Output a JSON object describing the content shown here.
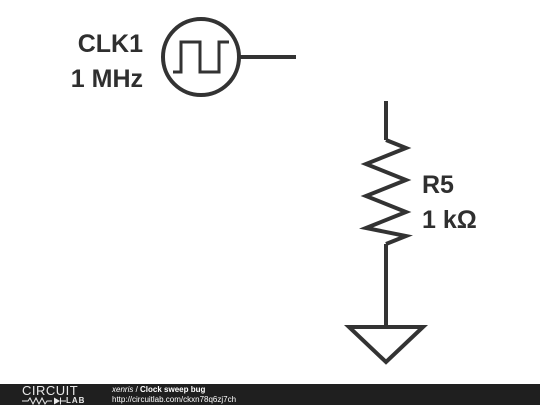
{
  "schematic": {
    "clock": {
      "name": "CLK1",
      "value": "1 MHz"
    },
    "resistor": {
      "name": "R5",
      "value": "1 kΩ"
    }
  },
  "footer": {
    "logo_top": "CIRCUIT",
    "logo_bottom": "LAB",
    "author": "xenris",
    "separator": " / ",
    "title": "Clock sweep bug",
    "url": "http://circuitlab.com/ckxn78q6zj7ch"
  },
  "colors": {
    "wire": "#333333",
    "footer_bg": "#1f1f1f"
  }
}
